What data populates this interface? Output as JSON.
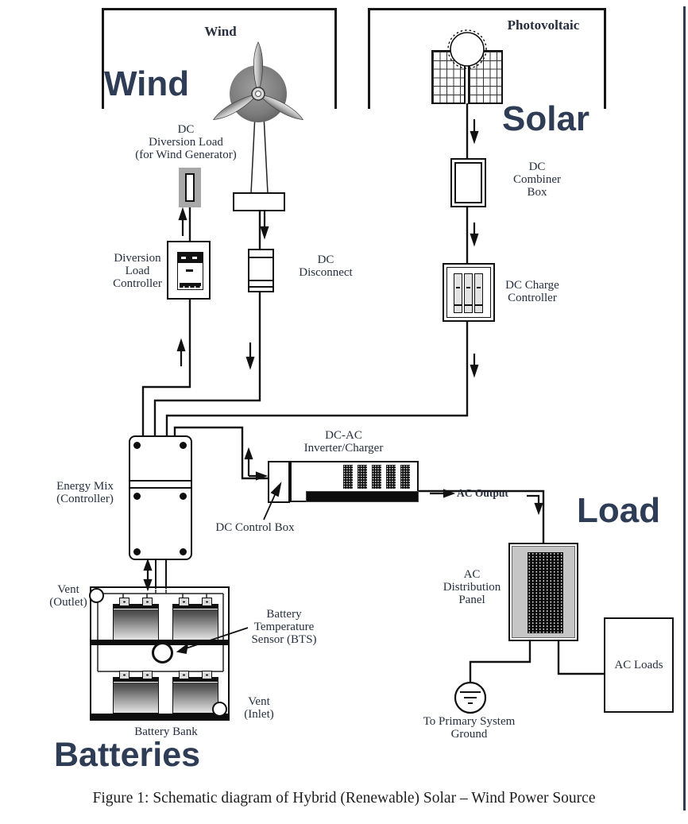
{
  "annotations": {
    "wind": "Wind",
    "solar": "Solar",
    "load": "Load",
    "batteries": "Batteries"
  },
  "labels": {
    "wind_section": "Wind",
    "pv_section": "Photovoltaic",
    "diversion_load": {
      "l1": "DC",
      "l2": "Diversion Load",
      "l3": "(for Wind Generator)"
    },
    "diversion_controller": {
      "l1": "Diversion",
      "l2": "Load",
      "l3": "Controller"
    },
    "dc_disconnect": {
      "l1": "DC",
      "l2": "Disconnect"
    },
    "dc_combiner": {
      "l1": "DC",
      "l2": "Combiner",
      "l3": "Box"
    },
    "dc_charge": {
      "l1": "DC Charge",
      "l2": "Controller"
    },
    "energy_mix": {
      "l1": "Energy Mix",
      "l2": "(Controller)"
    },
    "dc_control_box": "DC Control Box",
    "inverter": {
      "l1": "DC-AC",
      "l2": "Inverter/Charger"
    },
    "ac_output": "AC Output",
    "ac_distribution": {
      "l1": "AC",
      "l2": "Distribution",
      "l3": "Panel"
    },
    "ac_loads": "AC Loads",
    "ground": {
      "l1": "To Primary System",
      "l2": "Ground"
    },
    "vent_outlet": {
      "l1": "Vent",
      "l2": "(Outlet)"
    },
    "vent_inlet": {
      "l1": "Vent",
      "l2": "(Inlet)"
    },
    "bts": {
      "l1": "Battery",
      "l2": "Temperature",
      "l3": "Sensor (BTS)"
    },
    "battery_bank": "Battery Bank"
  },
  "caption": "Figure 1: Schematic diagram of Hybrid (Renewable) Solar – Wind Power Source",
  "colors": {
    "annotation_navy": "#2e3c55",
    "line_black": "#111111",
    "diversion_load_fill": "#a8a8a8",
    "panel_inner_gray": "#c6c6c6"
  }
}
